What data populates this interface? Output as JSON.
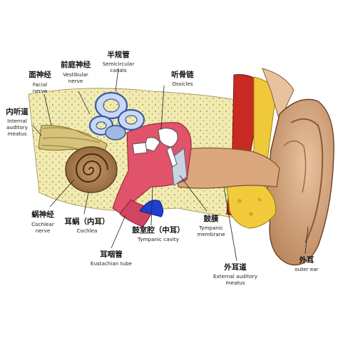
{
  "labels": {
    "semicircular_canals": {
      "zh": "半规管",
      "en": [
        "Semicircular",
        "canals"
      ]
    },
    "vestibular_nerve": {
      "zh": "前庭神经",
      "en": [
        "Vestibular",
        "nerve"
      ]
    },
    "facial_nerve": {
      "zh": "面神经",
      "en": [
        "Facial",
        "nerve"
      ]
    },
    "ossicles": {
      "zh": "听骨链",
      "en": [
        "Ossicles"
      ]
    },
    "internal_auditory_meatus": {
      "zh": "内听道",
      "en": [
        "Internal",
        "auditory",
        "meatus"
      ]
    },
    "cochlear_nerve": {
      "zh": "蜗神经",
      "en": [
        "Cochlear",
        "nerve"
      ]
    },
    "cochlea": {
      "zh": "耳蜗（内耳）",
      "en": [
        "Cochlea"
      ]
    },
    "tympanic_cavity": {
      "zh": "鼓室腔（中耳）",
      "en": [
        "Tympanic cavity"
      ]
    },
    "tympanic_membrane": {
      "zh": "鼓膜",
      "en": [
        "Tympanic",
        "membrane"
      ]
    },
    "eustachian_tube": {
      "zh": "耳咽管",
      "en": [
        "Eustachian tube"
      ]
    },
    "external_auditory_meatus": {
      "zh": "外耳道",
      "en": [
        "External auditory",
        "meatus"
      ]
    },
    "outer_ear": {
      "zh": "外耳",
      "en": [
        "outer ear"
      ]
    }
  }
}
